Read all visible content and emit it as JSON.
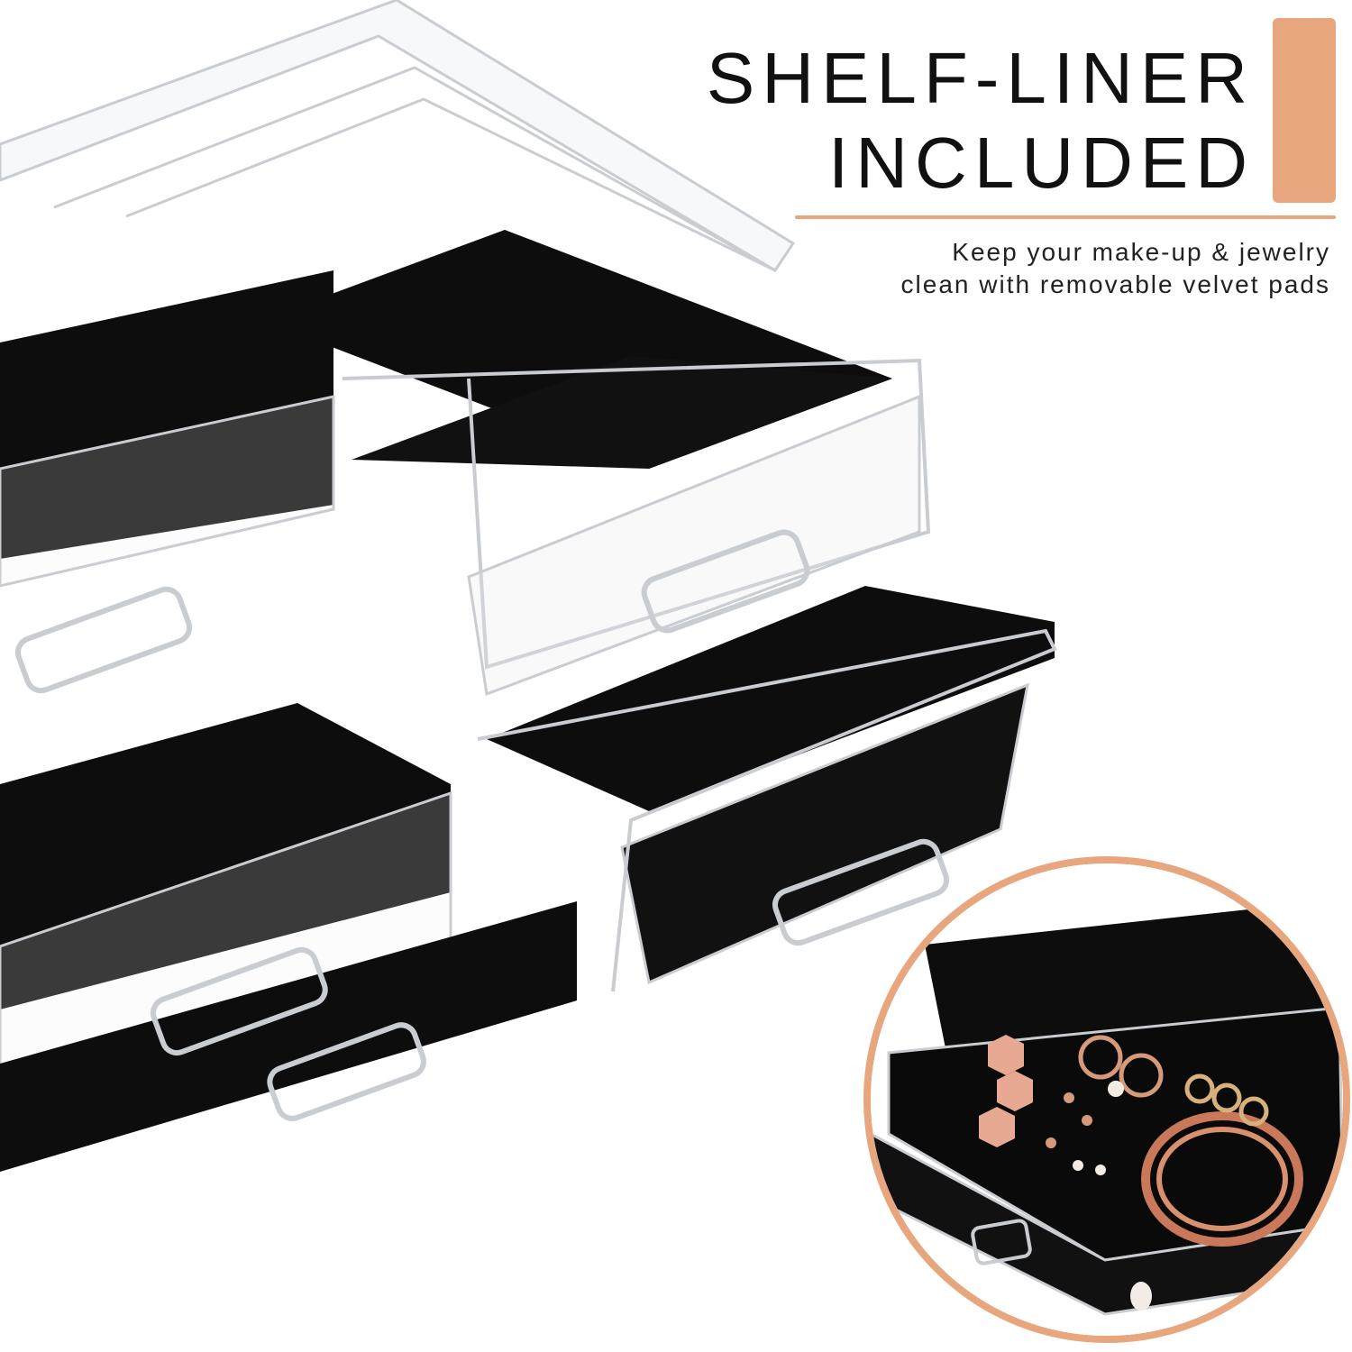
{
  "headline": {
    "line1": "SHELF-LINER",
    "line2": "INCLUDED"
  },
  "subtext": {
    "line1": "Keep your make-up & jewelry",
    "line2": "clean with removable velvet pads"
  },
  "colors": {
    "accent": "#E8A67E",
    "text": "#111111",
    "liner": "#0d0d0d",
    "acrylic_edge": "#c9ccd0",
    "background": "#ffffff"
  },
  "product": {
    "name": "acrylic-drawer-organizer",
    "drawers": 4,
    "lid": true
  },
  "inset": {
    "subject": "jewelry-drawer-closeup",
    "items": [
      "hexagon-bracelet",
      "pearl-bracelet",
      "hoop-earrings",
      "stud-earrings",
      "bangles",
      "chain-necklace",
      "opal-earrings"
    ]
  }
}
